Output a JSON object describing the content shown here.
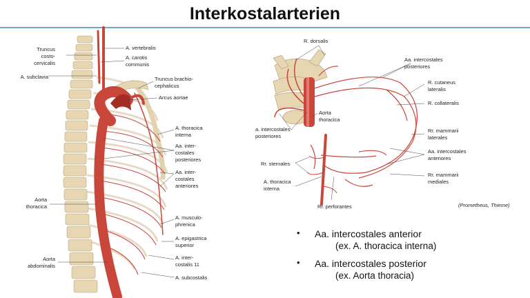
{
  "title": "Interkostalarterien",
  "left_labels": {
    "truncus": [
      "Truncus",
      "costo-",
      "cervicalis"
    ],
    "a_subclavia": "A. subclavia",
    "aorta_thoracica": [
      "Aorta",
      "thoracica"
    ],
    "aorta_abdominalis": [
      "Aorta",
      "abdominalis"
    ],
    "a_vertebralis": "A. vertebralis",
    "a_carotis": [
      "A. carotis",
      "communis"
    ],
    "truncus_brachio": [
      "Truncus brachio-",
      "cephalicus"
    ],
    "arcus_aortae": "Arcus aortae",
    "a_thoracica_interna": [
      "A. thoracica",
      "interna"
    ],
    "aa_intercostales_post": [
      "Aa. inter-",
      "costales",
      "posteriores"
    ],
    "aa_intercostales_ant": [
      "Aa. inter-",
      "costales",
      "anteriores"
    ],
    "a_musculophrenica": [
      "A. musculo-",
      "phrenica"
    ],
    "a_epigastrica": [
      "A. epigastrica",
      "superior"
    ],
    "a_intercostalis_11": [
      "A. inter-",
      "costalis 11"
    ],
    "a_subcostalis": "A. subcostalis"
  },
  "right_labels": {
    "r_dorsalis": "R. dorsalis",
    "aa_intercostales_posteriores": [
      "Aa. intercostales",
      "posteriores"
    ],
    "r_cutaneus_lateralis": [
      "R. cutaneus",
      "lateralis"
    ],
    "r_collateralis": "R. collateralis",
    "aorta_thoracica": [
      "Aorta",
      "thoracica"
    ],
    "a_intercostales_posteriores": [
      "a. intercostales",
      "posteriores"
    ],
    "rr_mammarii_laterales": [
      "Rr. mammarii",
      "laterales"
    ],
    "aa_intercostales_anteriores": [
      "Aa. intercostales",
      "anteriores"
    ],
    "rr_sternales": "Rr. sternales",
    "a_thoracica_interna": [
      "A. thoracica",
      "interna"
    ],
    "rr_mammarii_mediales": [
      "Rr. mammarii",
      "mediales"
    ],
    "rr_perforantes": "Rr. perforantes"
  },
  "credit": "(Prometheus, Thieme)",
  "bullets": [
    {
      "main": "Aa. intercostales anterior",
      "sub": "(ex. A. thoracica interna)"
    },
    {
      "main": "Aa. intercostales posterior",
      "sub": "(ex. Aorta thoracia)"
    }
  ],
  "colors": {
    "artery": "#c8463a",
    "bone": "#e6d6b2",
    "rule": "#6fa8c7"
  }
}
